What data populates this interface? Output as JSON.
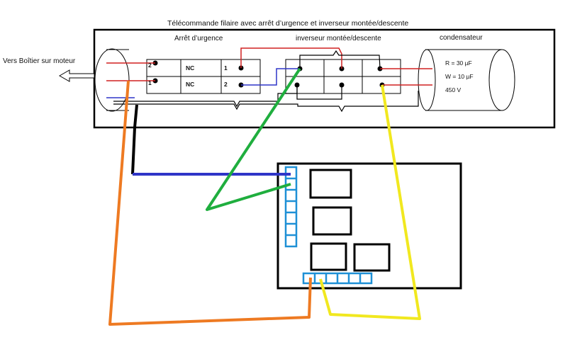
{
  "title": "Télécommande filaire avec arrêt d’urgence et inverseur montée/descente",
  "motor_label": "Vers Boîtier sur moteur",
  "emergency": {
    "heading": "Arrêt d’urgence",
    "row1": {
      "left_num": "2",
      "nc": "NC",
      "right_num": "1"
    },
    "row2": {
      "left_num": "1",
      "nc": "NC",
      "right_num": "2"
    }
  },
  "inverter": {
    "heading": "inverseur montée/descente"
  },
  "capacitor": {
    "heading": "condensateur",
    "r_value": "R = 30 µF",
    "w_value": "W = 10 µF",
    "voltage": "450 V"
  },
  "colors": {
    "red": "#d02020",
    "blue_wire": "#2f35c8",
    "black": "#000000",
    "green": "#1fae3e",
    "yellow": "#f1e81f",
    "orange": "#ee7a22",
    "terminal_blue": "#1e90d6"
  }
}
